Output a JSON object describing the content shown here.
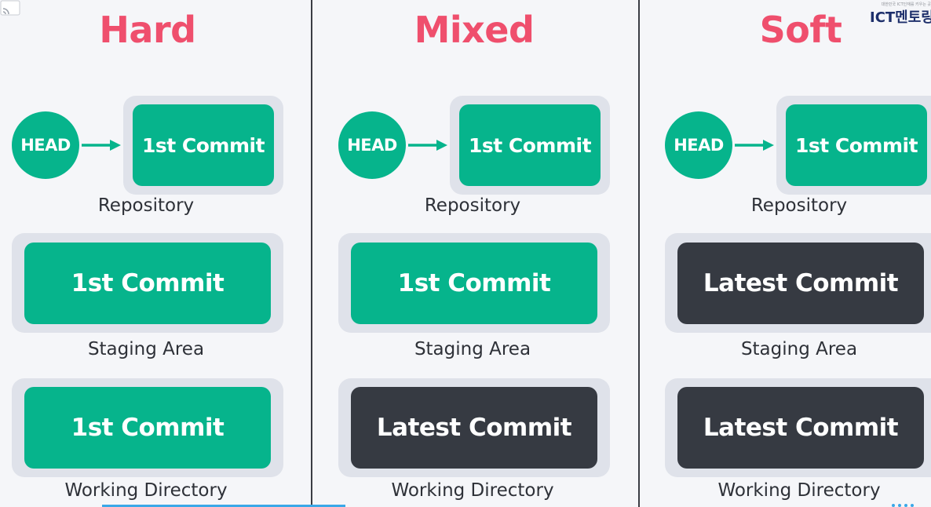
{
  "columns": [
    {
      "title": "Hard",
      "head_label": "HEAD",
      "repository": {
        "label": "1st Commit",
        "caption": "Repository",
        "color": "green"
      },
      "staging": {
        "label": "1st Commit",
        "caption": "Staging Area",
        "color": "green"
      },
      "working": {
        "label": "1st Commit",
        "caption": "Working Directory",
        "color": "green"
      }
    },
    {
      "title": "Mixed",
      "head_label": "HEAD",
      "repository": {
        "label": "1st Commit",
        "caption": "Repository",
        "color": "green"
      },
      "staging": {
        "label": "1st Commit",
        "caption": "Staging Area",
        "color": "green"
      },
      "working": {
        "label": "Latest Commit",
        "caption": "Working Directory",
        "color": "dark"
      }
    },
    {
      "title": "Soft",
      "head_label": "HEAD",
      "repository": {
        "label": "1st Commit",
        "caption": "Repository",
        "color": "green"
      },
      "staging": {
        "label": "Latest Commit",
        "caption": "Staging Area",
        "color": "dark"
      },
      "working": {
        "label": "Latest Commit",
        "caption": "Working Directory",
        "color": "dark"
      }
    }
  ],
  "logo": {
    "text": "ICT멘토링",
    "tagline": "대한민국 ICT인재를 키우는 곳"
  },
  "colors": {
    "title": "#ef4f6d",
    "green": "#06b48c",
    "dark": "#363a42",
    "frame": "#dfe2ea"
  },
  "icons": {
    "corner": "cast-icon",
    "arrow": "right-arrow-icon"
  }
}
